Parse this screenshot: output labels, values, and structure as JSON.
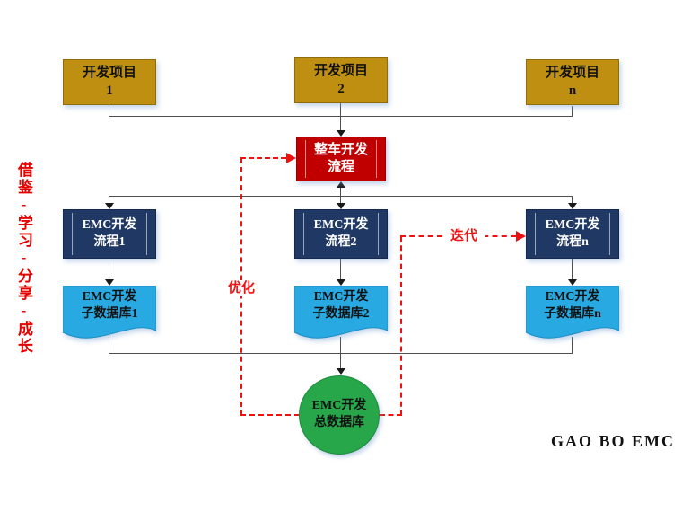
{
  "side_slogan": {
    "text": "借鉴-学习-分享-成长"
  },
  "brand": {
    "text": "GAO BO EMC"
  },
  "nodes": {
    "project1": {
      "line1": "开发项目",
      "line2": "1"
    },
    "project2": {
      "line1": "开发项目",
      "line2": "2"
    },
    "projectn": {
      "line1": "开发项目",
      "line2": "n"
    },
    "vehicle": {
      "line1": "整车开发",
      "line2": "流程"
    },
    "emc1": {
      "line1": "EMC开发",
      "line2": "流程1"
    },
    "emc2": {
      "line1": "EMC开发",
      "line2": "流程2"
    },
    "emcn": {
      "line1": "EMC开发",
      "line2": "流程n"
    },
    "db1": {
      "line1": "EMC开发",
      "line2": "子数据库1"
    },
    "db2": {
      "line1": "EMC开发",
      "line2": "子数据库2"
    },
    "dbn": {
      "line1": "EMC开发",
      "line2": "子数据库n"
    },
    "maindb": {
      "line1": "EMC开发",
      "line2": "总数据库"
    }
  },
  "edge_labels": {
    "optimize": "优化",
    "iterate": "迭代"
  },
  "colors": {
    "gold": "#BE8F10",
    "goldBorder": "#8F6D0C",
    "navy": "#1F3864",
    "navyBorder": "#16294B",
    "red": "#C00000",
    "redBorder": "#9A0000",
    "cyan": "#29A9E1",
    "cyanBorder": "#1E8FC4",
    "green": "#27A749",
    "greenBorder": "#1E8C3C",
    "accentRed": "#EE1111",
    "line": "#4F4F4F"
  }
}
